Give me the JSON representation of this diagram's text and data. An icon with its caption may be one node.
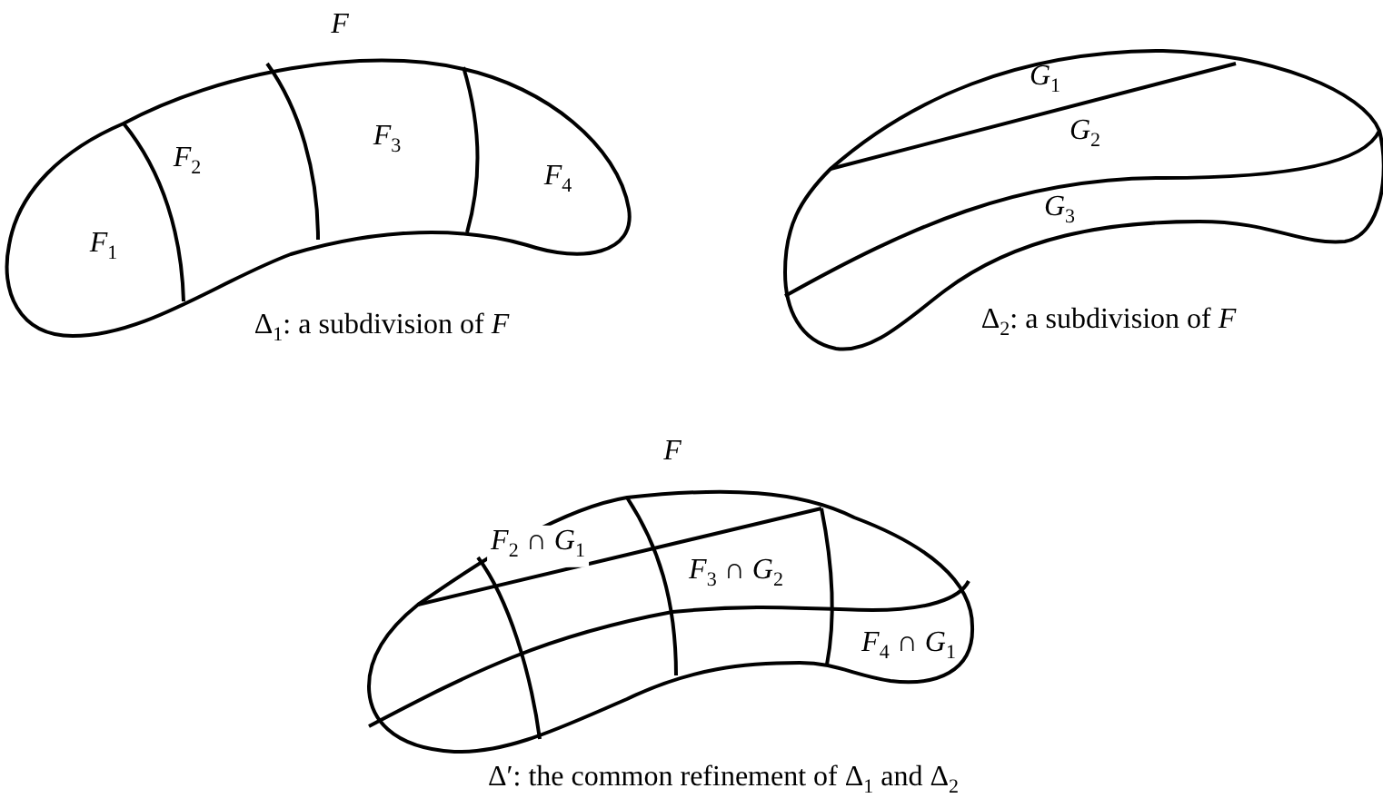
{
  "diagram": {
    "labels": [
      "*F*",
      "*F*$_{2}$",
      "*F*$_{3}$",
      "*F*$_{4}$",
      "*F*$_{1}$",
      "Δ$_{1}$: a subdivision of *F*",
      "*G*$_{1}$",
      "*G*$_{2}$",
      "*G*$_{3}$",
      "Δ$_{2}$: a subdivision of *F*",
      "*F*",
      "*F*$_{2}$ ∩ *G*$_{1}$",
      "*F*$_{3}$ ∩ *G*$_{2}$",
      "*F*$_{4}$ ∩ *G*$_{1}$",
      "Δ′: the common refinement of Δ$_{1}$ and Δ$_{2}$"
    ]
  }
}
